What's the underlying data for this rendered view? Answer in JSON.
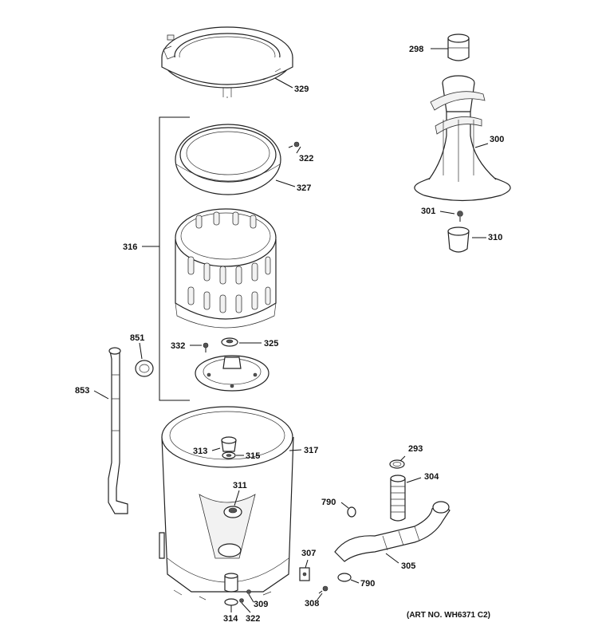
{
  "labels": {
    "l329": "329",
    "l298": "298",
    "l300": "300",
    "l301": "301",
    "l310": "310",
    "l322a": "322",
    "l327": "327",
    "l316": "316",
    "l332": "332",
    "l325": "325",
    "l851": "851",
    "l853": "853",
    "l313": "313",
    "l315": "315",
    "l317": "317",
    "l311": "311",
    "l293": "293",
    "l304": "304",
    "l790a": "790",
    "l307": "307",
    "l305": "305",
    "l790b": "790",
    "l308": "308",
    "l309": "309",
    "l314": "314",
    "l322b": "322"
  },
  "art_number": "(ART NO. WH6371 C2)"
}
